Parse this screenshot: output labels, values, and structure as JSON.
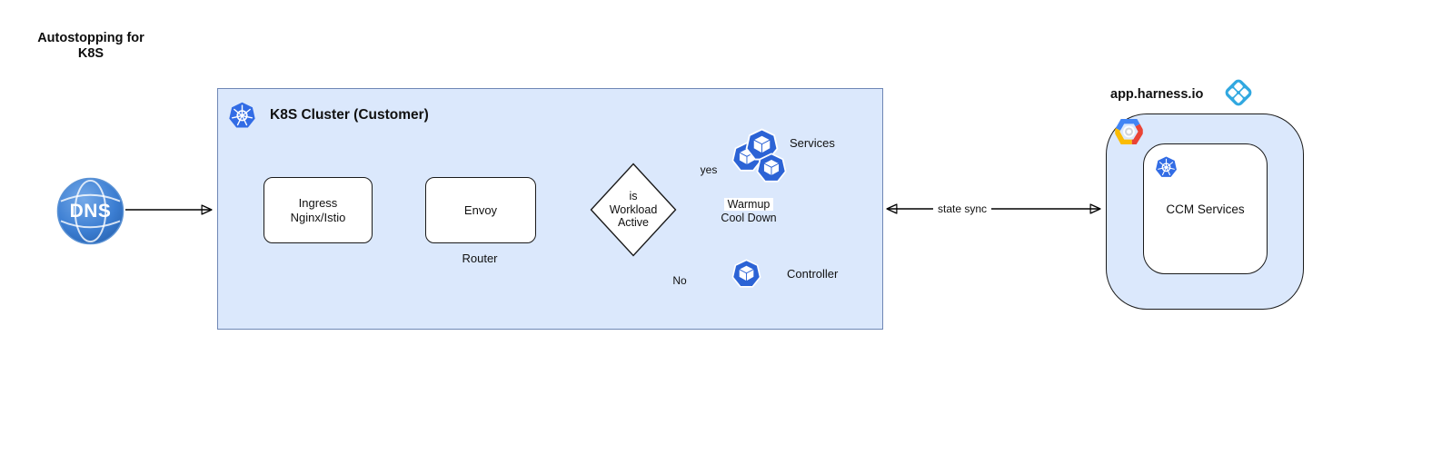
{
  "page": {
    "title": "Autostopping for\nK8S"
  },
  "colors": {
    "cluster_fill": "#dbe8fc",
    "cluster_stroke": "#6f87b5",
    "k8s_blue": "#326ce5",
    "pod_blue": "#2c63d5",
    "harness_cyan": "#31a8e0",
    "dns_blue": "#3c7ed2",
    "gcp_red": "#ea4335",
    "gcp_yellow": "#fbbc05",
    "gcp_blue": "#4285f4"
  },
  "dns": {
    "label": "DNS",
    "icon": "dns-globe-icon"
  },
  "cluster": {
    "title": "K8S Cluster (Customer)",
    "icon": "kubernetes-icon",
    "ingress": {
      "label": "Ingress\nNginx/Istio"
    },
    "envoy": {
      "label": "Envoy",
      "caption": "Router"
    },
    "decision": {
      "label": "is\nWorkload\nActive"
    },
    "services": {
      "label": "Services",
      "icon": "k8s-pods-icon"
    },
    "controller": {
      "label": "Controller",
      "icon": "k8s-pod-icon"
    },
    "warmup": {
      "line1": "Warmup",
      "line2": "Cool Down"
    },
    "edge_yes": "yes",
    "edge_no": "No"
  },
  "sync": {
    "label": "state sync"
  },
  "harness": {
    "title": "app.harness.io",
    "icon": "harness-icon",
    "cloud_icon": "google-cloud-icon",
    "ccm": {
      "label": "CCM Services",
      "icon": "kubernetes-icon"
    }
  }
}
